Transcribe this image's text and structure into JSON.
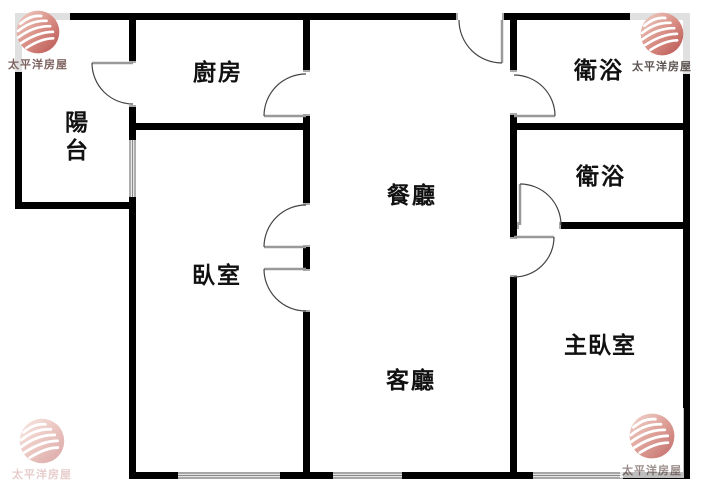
{
  "plan": {
    "rooms": [
      {
        "id": "balcony",
        "label": "陽台"
      },
      {
        "id": "kitchen",
        "label": "廚房"
      },
      {
        "id": "bathroom-1",
        "label": "衛浴"
      },
      {
        "id": "bathroom-2",
        "label": "衛浴"
      },
      {
        "id": "dining-room",
        "label": "餐廳"
      },
      {
        "id": "bedroom",
        "label": "臥室"
      },
      {
        "id": "living-room",
        "label": "客廳"
      },
      {
        "id": "master-bedroom",
        "label": "主臥室"
      }
    ]
  },
  "watermark": {
    "brand": "太平洋房屋",
    "logo_color": "#c0504d"
  },
  "colors": {
    "wall": "#000000",
    "door_leaf": "#999999",
    "door_arc": "#444444",
    "window": "#8a8a8a",
    "background": "#ffffff",
    "label_text": "#111111"
  }
}
